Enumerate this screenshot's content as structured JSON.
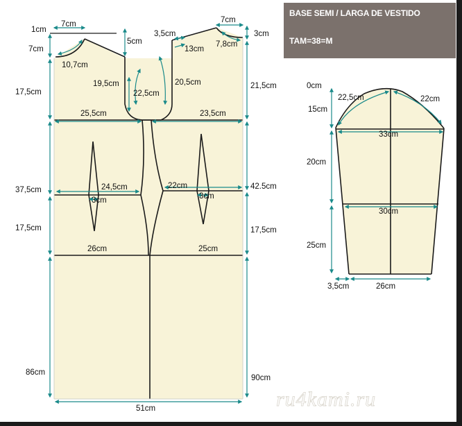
{
  "header": {
    "title": "BASE SEMI / LARGA DE VESTIDO",
    "size": "TAM=38=M"
  },
  "watermark": "ru4kami.ru",
  "colors": {
    "fabric": "#f8f3d8",
    "outline": "#1a1a1a",
    "arrow": "#1a8a8a",
    "title_bg": "#7b716c"
  },
  "dress": {
    "labels": {
      "top_margin": "1cm",
      "shoulder_left_width": "7cm",
      "shoulder_right_width": "7cm",
      "back_neck_drop": "7cm",
      "neck_depth_left": "5cm",
      "neck_offset_right": "3,5cm",
      "right_top_drop": "3cm",
      "armhole_left": "10,7cm",
      "shoulder_right_slope": "13cm",
      "armhole_right_top": "7,8cm",
      "bodice_height_left": "17,5cm",
      "neck_curve_left": "19,5cm",
      "neck_curve_center": "22,5cm",
      "neck_curve_right": "20,5cm",
      "bodice_height_right": "21,5cm",
      "chest_left": "25,5cm",
      "chest_right": "23,5cm",
      "waist_height_left": "37,5cm",
      "waist_left": "24,5cm",
      "dart_left": "3cm",
      "waist_right": "22cm",
      "dart_right": "3cm",
      "waist_height_right": "42.5cm",
      "hip_height_left": "17,5cm",
      "hip_height_right": "17,5cm",
      "hip_left": "26cm",
      "hip_right": "25cm",
      "skirt_left": "86cm",
      "skirt_right": "90cm",
      "hem_width": "51cm"
    }
  },
  "sleeve": {
    "labels": {
      "cap_zero": "0cm",
      "cap_left": "22,5cm",
      "cap_right": "22cm",
      "cap_height": "15cm",
      "bicep_width": "33cm",
      "upper_length": "20cm",
      "elbow_width": "30cm",
      "lower_length": "25cm",
      "cuff_inset": "3,5cm",
      "cuff_width": "26cm"
    }
  }
}
